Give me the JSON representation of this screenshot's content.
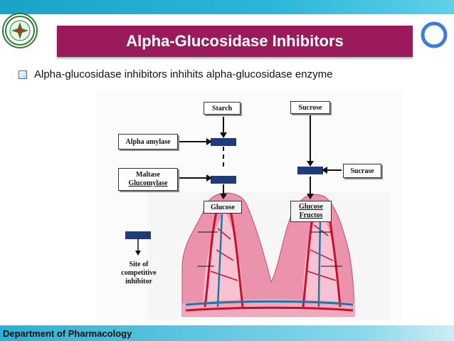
{
  "slide": {
    "title": "Alpha-Glucosidase Inhibitors",
    "bullet": "Alpha-glucosidase inhibitors inhihits alpha-glucosidase enzyme",
    "footer": "Department of Pharmacology"
  },
  "figure": {
    "starch": "Starch",
    "sucrose": "Sucrose",
    "alpha_amylase": "Alpha amylase",
    "maltase_line1": "Maltase",
    "maltase_line2": "Glucomylase",
    "sucrase": "Sucrase",
    "glucose": "Glucose",
    "glucose2": "Glucose",
    "fructos": "Fructos",
    "site_line1": "Site of",
    "site_line2": "competitive",
    "site_line3": "inhibitor"
  },
  "colors": {
    "title_bar": "#9b1a5a",
    "top_bar": "#1aa3c6",
    "enzyme_block": "#1f3b7a",
    "tissue": "#e98aa6",
    "vessel_red": "#c8102e",
    "vessel_blue": "#1f77a8"
  }
}
